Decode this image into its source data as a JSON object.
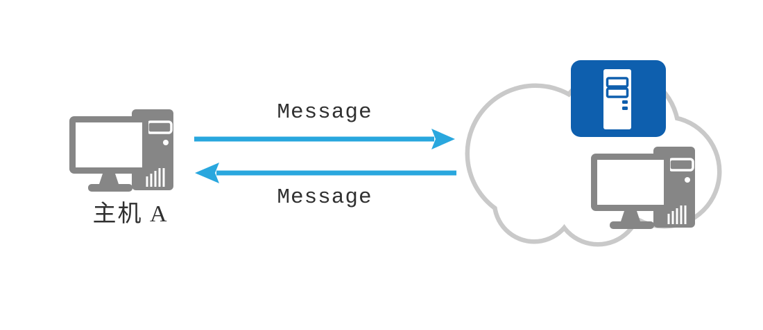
{
  "diagram": {
    "host_a": {
      "label": "主机 A"
    },
    "messages": {
      "top": "Message",
      "bottom": "Message"
    },
    "colors": {
      "arrow_blue": "#29a7de",
      "server_blue": "#0e5fae",
      "device_gray": "#868686",
      "cloud_outline": "#c9c9c9",
      "label_text": "#303030",
      "background": "#ffffff"
    },
    "icons": {
      "host_computer": "desktop-computer-icon",
      "network": "cloud-icon",
      "server": "server-tower-icon",
      "remote_computer": "desktop-computer-icon"
    }
  }
}
